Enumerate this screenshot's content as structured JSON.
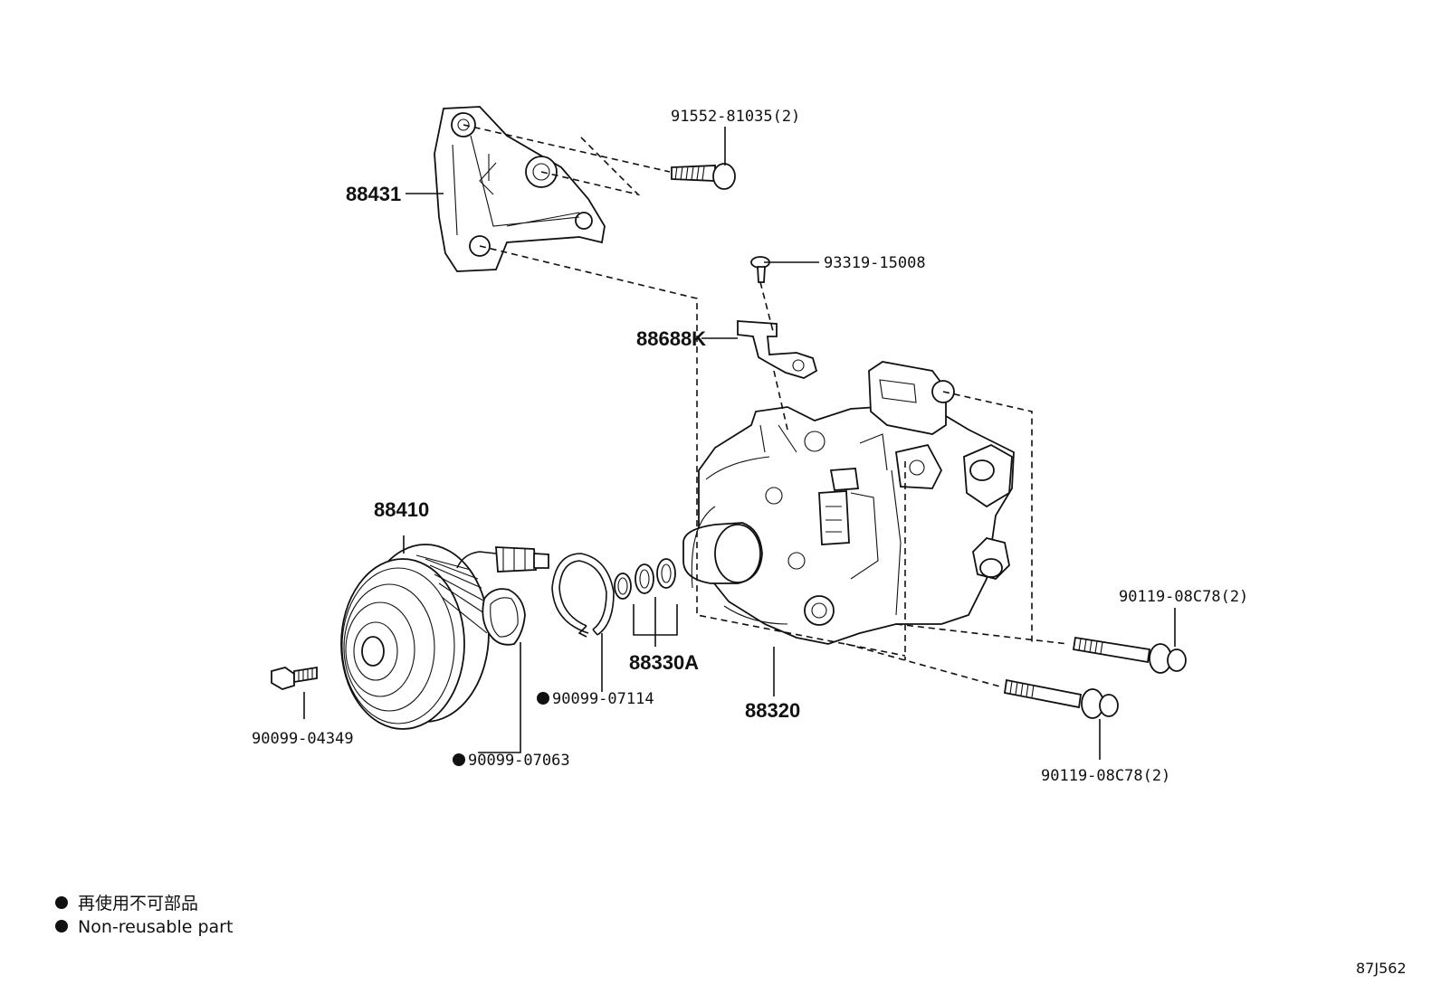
{
  "labels": {
    "p91552": "91552-81035(2)",
    "p88431": "88431",
    "p93319": "93319-15008",
    "p88688K": "88688K",
    "p88410": "88410",
    "p88330A": "88330A",
    "p88320": "88320",
    "p90099_07114": "90099-07114",
    "p90099_04349": "90099-04349",
    "p90099_07063": "90099-07063",
    "p90119_upper": "90119-08C78(2)",
    "p90119_lower": "90119-08C78(2)"
  },
  "legend": {
    "line1": "再使用不可部品",
    "line2": "Non-reusable part"
  },
  "diagram_code": "87J562"
}
